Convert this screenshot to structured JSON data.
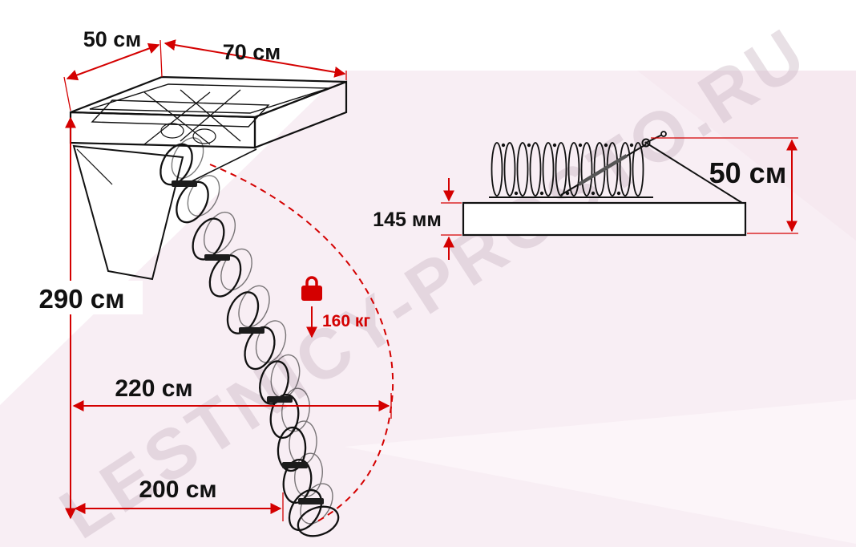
{
  "watermark": {
    "text": "LESTNICY-PROSTO.RU"
  },
  "colors": {
    "dimension_red": "#d40000",
    "drawing_black": "#111111",
    "background_pink": "#f8eef4",
    "watermark_gray": "#c9b6c3"
  },
  "left_diagram": {
    "hatch_width_label": "50 см",
    "hatch_length_label": "70 см",
    "ceiling_height_label": "290 см",
    "reach_label": "220 см",
    "floor_span_label": "200 см",
    "load_label": "160 кг"
  },
  "right_diagram": {
    "box_thickness_label": "145 мм",
    "folded_height_label": "50 см"
  }
}
